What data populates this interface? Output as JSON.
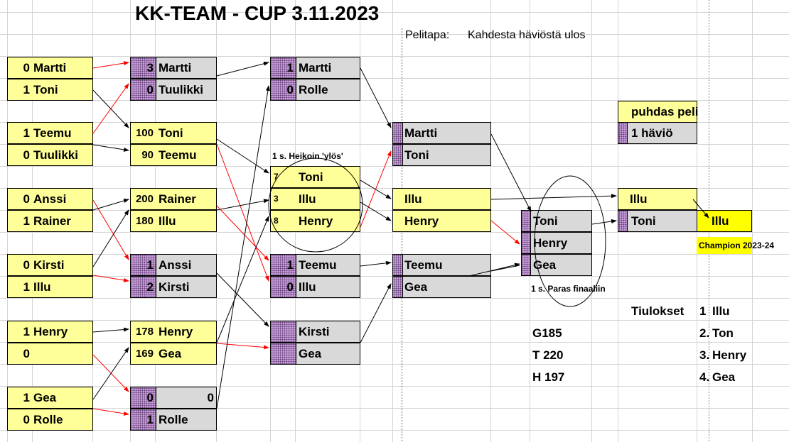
{
  "title": "KK-TEAM - CUP 3.11.2023",
  "format": {
    "label": "Pelitapa:",
    "value": "Kahdesta häviöstä ulos"
  },
  "round1": [
    {
      "score": "0",
      "name": "Martti"
    },
    {
      "score": "1",
      "name": "Toni"
    },
    {
      "score": "1",
      "name": "Teemu"
    },
    {
      "score": "0",
      "name": "Tuulikki"
    },
    {
      "score": "0",
      "name": "Anssi"
    },
    {
      "score": "1",
      "name": "Rainer"
    },
    {
      "score": "0",
      "name": "Kirsti"
    },
    {
      "score": "1",
      "name": "Illu"
    },
    {
      "score": "1",
      "name": "Henry"
    },
    {
      "score": "0",
      "name": ""
    },
    {
      "score": "1",
      "name": "Gea"
    },
    {
      "score": "0",
      "name": "Rolle"
    }
  ],
  "round2": [
    {
      "score": "3",
      "name": "Martti"
    },
    {
      "score": "0",
      "name": "Tuulikki"
    },
    {
      "score": "100",
      "name": "Toni"
    },
    {
      "score": "90",
      "name": "Teemu"
    },
    {
      "score": "200",
      "name": "Rainer"
    },
    {
      "score": "180",
      "name": "Illu"
    },
    {
      "score": "1",
      "name": "Anssi"
    },
    {
      "score": "2",
      "name": "Kirsti"
    },
    {
      "score": "178",
      "name": "Henry"
    },
    {
      "score": "169",
      "name": "Gea"
    },
    {
      "score": "0",
      "name": "0"
    },
    {
      "score": "1",
      "name": "Rolle"
    }
  ],
  "round3": [
    {
      "score": "1",
      "name": "Martti"
    },
    {
      "score": "0",
      "name": "Rolle"
    },
    {
      "score": "7",
      "name": "Toni"
    },
    {
      "score": "3",
      "name": "Illu"
    },
    {
      "score": "8",
      "name": "Henry"
    },
    {
      "score": "1",
      "name": "Teemu"
    },
    {
      "score": "0",
      "name": "Illu"
    },
    {
      "score": "",
      "name": "Kirsti"
    },
    {
      "score": "",
      "name": "Gea"
    }
  ],
  "round4": [
    {
      "name": "Martti"
    },
    {
      "name": "Toni"
    },
    {
      "name": "Illu"
    },
    {
      "name": "Henry"
    },
    {
      "name": "Teemu"
    },
    {
      "name": "Gea"
    }
  ],
  "round5": [
    {
      "name": "Toni"
    },
    {
      "name": "Henry"
    },
    {
      "name": "Gea"
    }
  ],
  "final": [
    {
      "name": "Illu"
    },
    {
      "name": "Toni"
    }
  ],
  "champion": {
    "name": "Illu",
    "label": "Champion 2023-24"
  },
  "legend": {
    "clean": "puhdas peli",
    "one_loss": "1 häviö"
  },
  "notes": {
    "weakest_up": "1 s. Heikoin 'ylös'",
    "best_final": "1 s. Paras finaaliin"
  },
  "stats": [
    "G185",
    "T 220",
    "H 197"
  ],
  "results": {
    "label": "Tiulokset",
    "ranks": [
      "1",
      "2.",
      "3.",
      "4."
    ],
    "names": [
      "Illu",
      "Ton",
      "Henry",
      "Gea"
    ]
  },
  "colors": {
    "yellow": "#ffff99",
    "gray": "#d9d9d9",
    "champion": "#ffff00",
    "loss_pattern": "#c9a0dc",
    "arrow_red": "#ff0000"
  }
}
